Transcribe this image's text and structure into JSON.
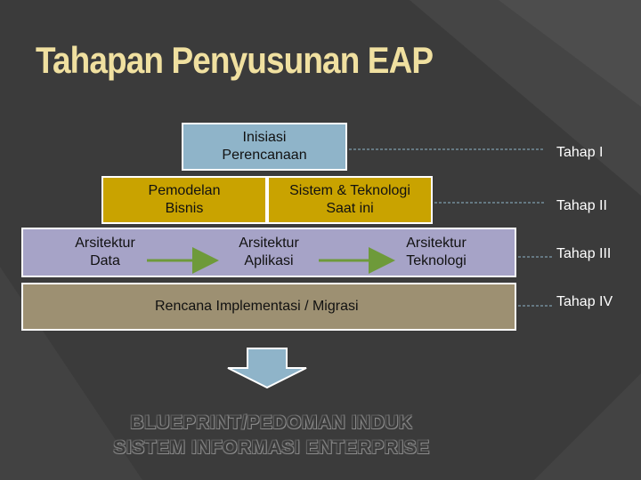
{
  "title": "Tahapan Penyusunan EAP",
  "boxes": {
    "inisiasi": "Inisiasi\nPerencanaan",
    "pemodelan": "Pemodelan\nBisnis",
    "sistem": "Sistem & Teknologi\nSaat ini",
    "arsitektur_data": "Arsitektur\nData",
    "arsitektur_aplikasi": "Arsitektur\nAplikasi",
    "arsitektur_teknologi": "Arsitektur\nTeknologi",
    "rencana": "Rencana Implementasi / Migrasi"
  },
  "stages": [
    "Tahap I",
    "Tahap II",
    "Tahap III",
    "Tahap IV"
  ],
  "footer": {
    "line1": "BLUEPRINT/PEDOMAN INDUK",
    "line2": "SISTEM INFORMASI ENTERPRISE"
  },
  "colors": {
    "background": "#3b3b3b",
    "title": "#f0e0a0",
    "tier1": "#8fb4c9",
    "tier2": "#c9a300",
    "tier3": "#a6a3c7",
    "tier4": "#9d9072",
    "arrow": "#8fb4c9",
    "flow_arrow": "#6e9a3a"
  }
}
